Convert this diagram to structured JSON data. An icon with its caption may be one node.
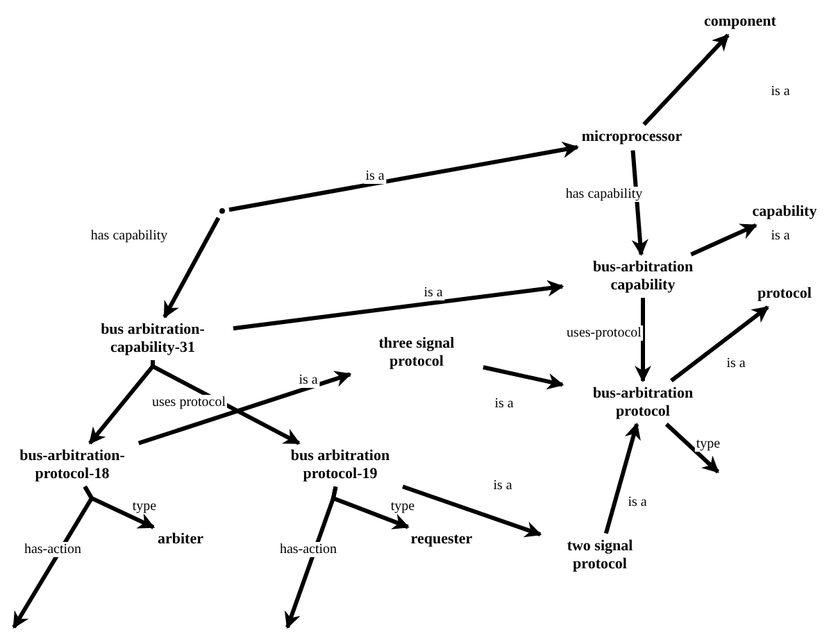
{
  "diagram": {
    "nodes": [
      {
        "text": [
          "component"
        ]
      },
      {
        "text": [
          "microprocessor"
        ]
      },
      {
        "text": [
          "capability"
        ]
      },
      {
        "text": [],
        "shape": "point"
      },
      {
        "text": [
          "bus-arbitration capability"
        ]
      },
      {
        "text": [
          "protocol"
        ]
      },
      {
        "text": [
          "bus arbitration-capability-31"
        ]
      },
      {
        "text": [
          "three signal protocol"
        ]
      },
      {
        "text": [
          "bus-arbitration protocol"
        ]
      },
      {
        "text": [
          "bus-arbitration-protocol-18"
        ]
      },
      {
        "text": [
          "bus arbitration protocol-19"
        ]
      },
      {
        "text": [
          "arbiter"
        ]
      },
      {
        "text": [
          "requester"
        ]
      },
      {
        "text": [
          "two signal protocol"
        ]
      }
    ],
    "edges": [
      {
        "from": 3,
        "to": 1,
        "arrow": "to",
        "label": "is a"
      },
      {
        "from": 3,
        "to": 6,
        "arrow": "to",
        "label": "has capability"
      },
      {
        "from": 1,
        "to": 0,
        "arrow": "to",
        "label": "is a"
      },
      {
        "from": 1,
        "to": 4,
        "arrow": "to",
        "label": "has capability"
      },
      {
        "from": 4,
        "to": 2,
        "arrow": "to",
        "label": "is a"
      },
      {
        "from": 6,
        "to": 4,
        "arrow": "to",
        "label": "is a"
      },
      {
        "from": 4,
        "to": 8,
        "arrow": "to",
        "label": "uses-protocol"
      },
      {
        "from": 8,
        "to": 5,
        "arrow": "to",
        "label": "is a"
      },
      {
        "from": 6,
        "to": 9,
        "arrow": "to",
        "label": "uses protocol"
      },
      {
        "from": 6,
        "to": 10,
        "arrow": "to"
      },
      {
        "from": 9,
        "to": 7,
        "arrow": "to",
        "label": "is a"
      },
      {
        "from": 7,
        "to": 8,
        "arrow": "to",
        "label": "is a"
      },
      {
        "from": 8,
        "to": null,
        "arrow": "to",
        "label": "type"
      },
      {
        "from": 10,
        "to": 13,
        "arrow": "to",
        "label": "is a"
      },
      {
        "from": 13,
        "to": 8,
        "arrow": "to",
        "label": "is a"
      },
      {
        "from": 9,
        "to": 11,
        "arrow": "to",
        "label": "type"
      },
      {
        "from": 9,
        "to": null,
        "arrow": "to",
        "label": "has-action"
      },
      {
        "from": 10,
        "to": 12,
        "arrow": "to",
        "label": "type"
      },
      {
        "from": 10,
        "to": null,
        "arrow": "to",
        "label": "has-action"
      }
    ]
  }
}
